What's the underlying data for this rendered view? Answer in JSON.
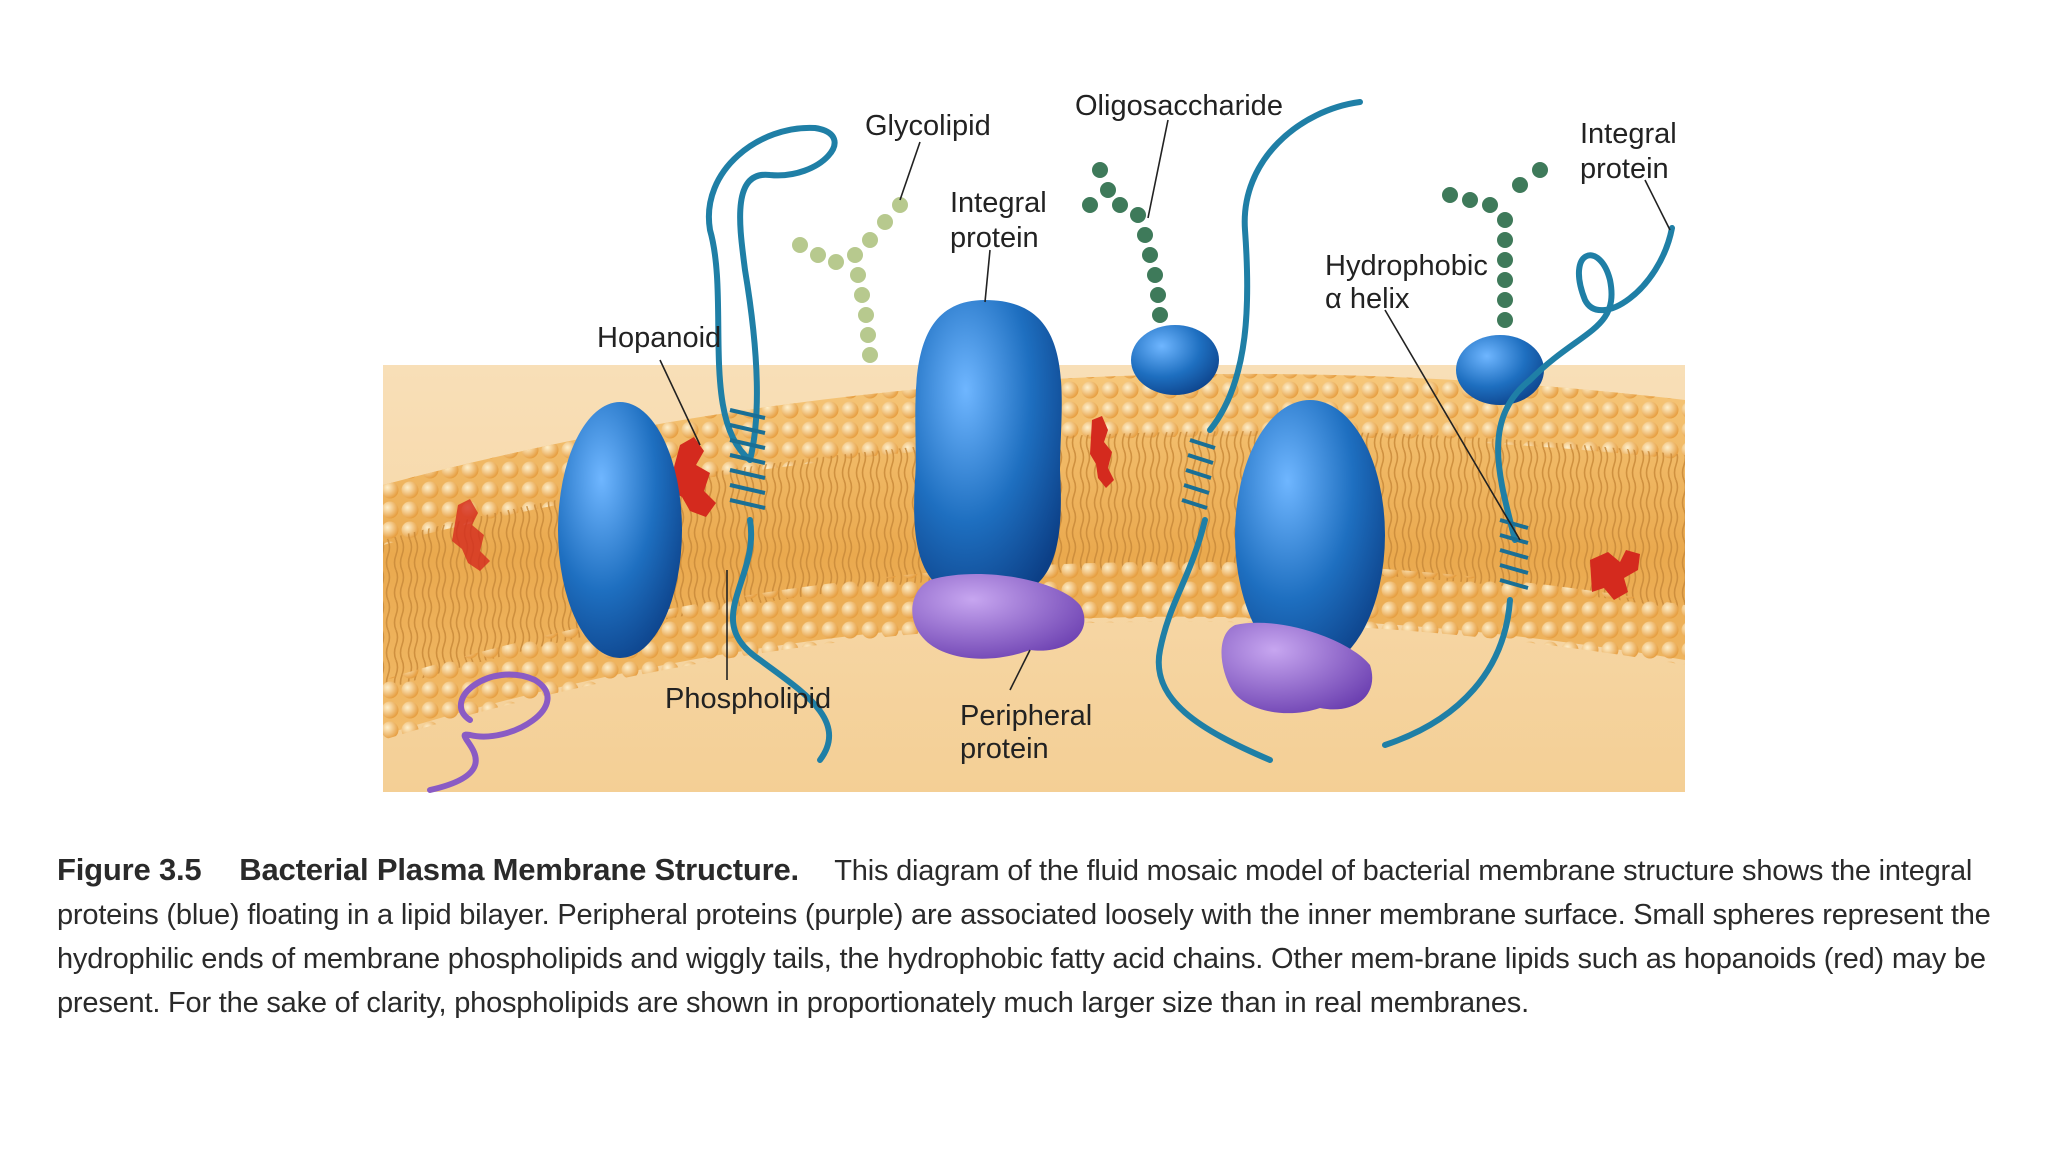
{
  "labels": {
    "glycolipid": "Glycolipid",
    "oligosaccharide": "Oligosaccharide",
    "integral_protein_1": [
      "Integral",
      "protein"
    ],
    "integral_protein_2": [
      "Integral",
      "protein"
    ],
    "hopanoid": "Hopanoid",
    "hydrophobic_helix": [
      "Hydrophobic",
      "α helix"
    ],
    "phospholipid": "Phospholipid",
    "peripheral_protein": [
      "Peripheral",
      "protein"
    ]
  },
  "caption": {
    "figure_number": "Figure 3.5",
    "figure_title": "Bacterial Plasma Membrane Structure.",
    "body": "This diagram of the fluid mosaic model of bacterial membrane structure shows the integral proteins (blue) floating in a lipid bilayer. Peripheral proteins (purple) are associated loosely with the inner membrane surface. Small spheres represent the hydrophilic ends of membrane phospholipids and wiggly tails, the hydrophobic fatty acid chains. Other mem-brane lipids such as hopanoids (red) may be present. For the sake of clarity, phospholipids are shown in proportionately much larger size than in real membranes."
  },
  "colors": {
    "integral_protein": "#1e6fc0",
    "peripheral_protein": "#8a5bc4",
    "hopanoid": "#d42a1e",
    "phospholipid_head": "#f2b45c",
    "chain": "#1f7fa6",
    "oligosaccharide": "#3e7a5a",
    "glycolipid": "#b7c98e"
  }
}
